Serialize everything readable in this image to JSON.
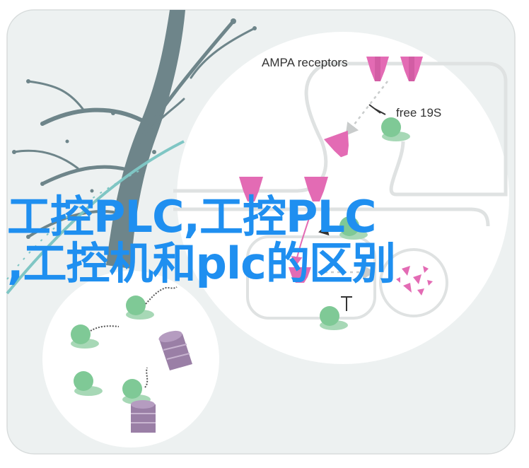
{
  "labels": {
    "ampa": "AMPA receptors",
    "free19s": "free 19S"
  },
  "overlay_title": {
    "line1": "工控PLC,工控PLC",
    "line2": ",工控机和plc的区别"
  },
  "colors": {
    "panel": "#edf1f1",
    "panel_border": "#d8dcdc",
    "neuron": "#6e858a",
    "teal": "#7fc6c4",
    "membrane": "#dfe2e2",
    "receptor": "#e36bb4",
    "receptor_dark": "#c24f94",
    "proteasome": "#7fc996",
    "proteasome_dark": "#5aa873",
    "drum": "#9a7fa6",
    "title_blue": "#1f8ff0"
  },
  "icons": [
    "ampa-receptor-icon",
    "proteasome-icon",
    "ubiquitin-chain-icon",
    "purple-drum-icon",
    "inhibition-mark-icon",
    "arrow-icon"
  ]
}
